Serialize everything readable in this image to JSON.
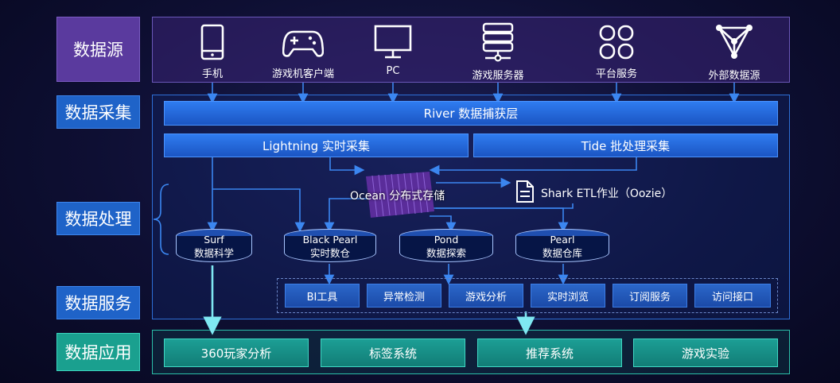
{
  "layers": {
    "source": "数据源",
    "collect": "数据采集",
    "process": "数据处理",
    "service": "数据服务",
    "app": "数据应用"
  },
  "sources": [
    {
      "label": "手机",
      "icon": "phone-icon"
    },
    {
      "label": "游戏机客户端",
      "icon": "gamepad-icon"
    },
    {
      "label": "PC",
      "icon": "monitor-icon"
    },
    {
      "label": "游戏服务器",
      "icon": "server-icon"
    },
    {
      "label": "平台服务",
      "icon": "clover-icon"
    },
    {
      "label": "外部数据源",
      "icon": "network-icon"
    }
  ],
  "collect": {
    "river": "River 数据捕获层",
    "lightning": "Lightning 实时采集",
    "tide": "Tide 批处理采集"
  },
  "process": {
    "ocean": "Ocean 分布式存储",
    "shark": "Shark ETL作业（Oozie）",
    "stores": [
      {
        "name": "Surf",
        "desc": "数据科学"
      },
      {
        "name": "Black Pearl",
        "desc": "实时数仓"
      },
      {
        "name": "Pond",
        "desc": "数据探索"
      },
      {
        "name": "Pearl",
        "desc": "数据仓库"
      }
    ]
  },
  "services": [
    "BI工具",
    "异常检测",
    "游戏分析",
    "实时浏览",
    "订阅服务",
    "访问接口"
  ],
  "apps": [
    "360玩家分析",
    "标签系统",
    "推荐系统",
    "游戏实验"
  ],
  "colors": {
    "background": "#0e0f33",
    "blue_bar": "#1f63c8",
    "purple": "#5a3a9e",
    "teal": "#1aa08f",
    "arrow": "#3b86f0",
    "arrow_teal": "#62e6f0"
  }
}
